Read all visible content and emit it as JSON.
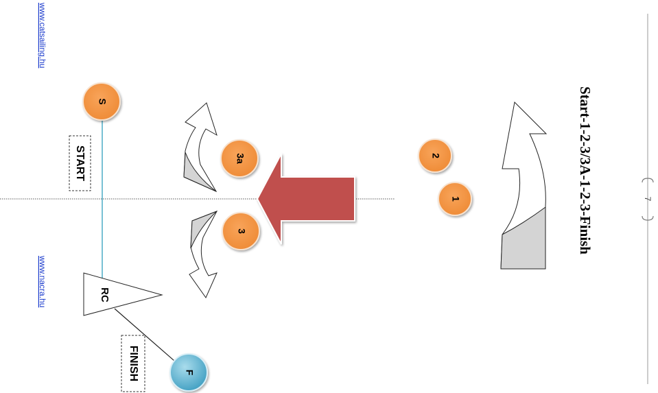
{
  "page": {
    "title": "Start-1-2-3/3A-1-2-3-Finish",
    "page_number": "7"
  },
  "links": {
    "top": "www.catsailing.hu",
    "bottom": "www.nacra.hu"
  },
  "labels": {
    "start": "START",
    "finish": "FINISH",
    "committee": "RC"
  },
  "marks": {
    "start": "S",
    "one": "1",
    "two": "2",
    "three": "3",
    "three_a": "3a",
    "finish": "F"
  },
  "colors": {
    "mark_orange": "#f5913d",
    "finish_blue": "#5fb4d3",
    "wind_arrow": "#c0504d",
    "start_line": "#4bacc6",
    "turn_arrow_fill": "#d4d4d4"
  }
}
